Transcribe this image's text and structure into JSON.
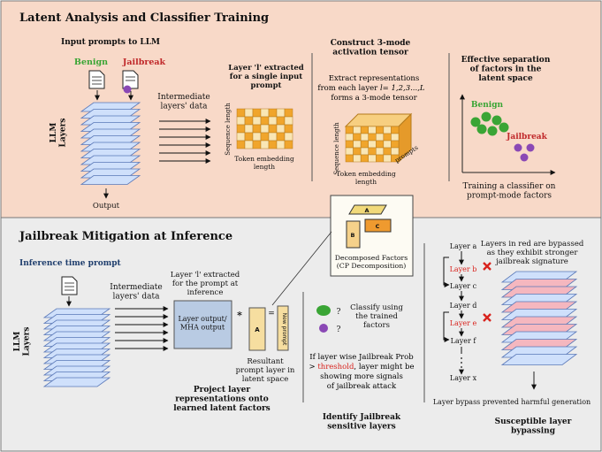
{
  "colors": {
    "top_bg": "#f8d9c8",
    "bottom_bg": "#ececec",
    "benign": "#3aa535",
    "jailbreak": "#c0282a",
    "layer_stack": "#cfe0fb",
    "layer_red": "#f5b7bf",
    "factor_a": "#f1d97a",
    "factor_b": "#f5d18a",
    "factor_c": "#ef9a2f",
    "grid_cell": "#f0a52c",
    "query_title": "#1f3e6d"
  },
  "top": {
    "title": "Latent Analysis and Classifier Training",
    "input_prompts": "Input prompts to LLM",
    "benign": "Benign",
    "jailbreak": "Jailbreak",
    "llm_layers": "LLM\nLayers",
    "intermediate": "Intermediate\nlayers' data",
    "output": "Output",
    "layer_extract": "Layer 'l' extracted\nfor a single input\nprompt",
    "seq_length": "Sequence length",
    "token_embedding": "Token embedding\nlength",
    "construct_title": "Construct 3-mode\nactivation tensor",
    "extract_prefix": "Extract representations\nfrom each layer ",
    "extract_math": "l= 1,2,3...,L",
    "extract_suffix": "forms a 3-mode tensor",
    "prompts": "prompts",
    "seq_length_3d": "Sequence length",
    "token_embedding_3d": "Token embedding\nlength",
    "effective_title": "Effective separation\nof factors in the\nlatent space",
    "benign_cluster": "Benign",
    "jailbreak_cluster": "Jailbreak",
    "training_classifier": "Training a classifier on\nprompt-mode factors"
  },
  "factors": {
    "a_label": "A",
    "b_label": "B",
    "c_label": "C",
    "caption": "Decomposed Factors\n(CP Decomposition)"
  },
  "bottom": {
    "title": "Jailbreak Mitigation at Inference",
    "inference_prompt": "Inference time prompt",
    "llm_layers": "LLM\nLayers",
    "intermediate": "Intermediate\nlayers' data",
    "layer_extract": "Layer 'l' extracted\nfor the prompt at\ninference",
    "layer_output": "Layer output/\nMHA output",
    "star": "*",
    "a_label": "A",
    "equals": "=",
    "new_prompt": "New prompt",
    "resultant": "Resultant\nprompt layer in\nlatent space",
    "project": "Project layer\nrepresentations onto\nlearned latent factors",
    "classify": "Classify using\nthe trained\nfactors",
    "q1": "?",
    "q2": "?",
    "if_text_1": "If layer wise Jailbreak Prob",
    "if_gt": ">",
    "if_threshold": "threshold",
    "if_text_2": ", layer might be",
    "if_text_3": "showing more signals\nof jailbreak attack",
    "identify": "Identify Jailbreak\nsensitive layers",
    "layers_red_note": "Layers in red are bypassed\nas they exhibit stronger\njailbreak signature",
    "layer_list": [
      "Layer a",
      "Layer b",
      "Layer c",
      "Layer d",
      "Layer e",
      "Layer f",
      "Layer x"
    ],
    "layer_red": [
      false,
      true,
      false,
      false,
      true,
      false,
      false
    ],
    "bypass_note": "Layer bypass prevented harmful generation",
    "susceptible": "Susceptible layer\nbypassing"
  }
}
